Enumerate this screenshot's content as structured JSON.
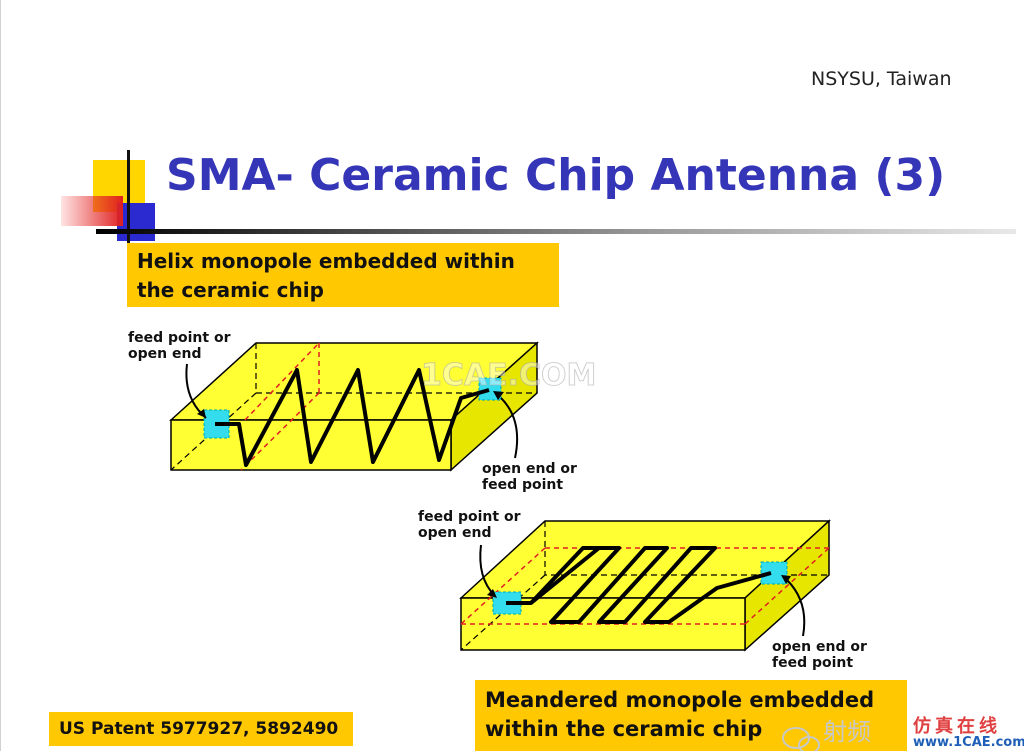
{
  "header": {
    "institution": "NSYSU, Taiwan"
  },
  "title": "SMA- Ceramic Chip Antenna (3)",
  "figures": {
    "helix": {
      "caption": "Helix monopole embedded within the ceramic chip",
      "feed_label_left": "feed point or\nopen end",
      "feed_label_right": "open end or\nfeed point"
    },
    "meander": {
      "caption": "Meandered monopole embedded within the ceramic chip",
      "feed_label_left": "feed point or\nopen end",
      "feed_label_right": "open end or\nfeed point"
    }
  },
  "patent": "US Patent 5977927, 5892490",
  "watermarks": {
    "center": "1CAE.COM",
    "bottom_left": "射频",
    "bottom_cn": "仿真在线",
    "bottom_site": "www.1CAE.com"
  },
  "colors": {
    "title": "#3535b8",
    "highlight_box": "#ffc800",
    "chip": "#ffff33",
    "feed_pad": "#33ddee",
    "accent_red": "#e02020",
    "accent_blue": "#2a2ad0"
  }
}
